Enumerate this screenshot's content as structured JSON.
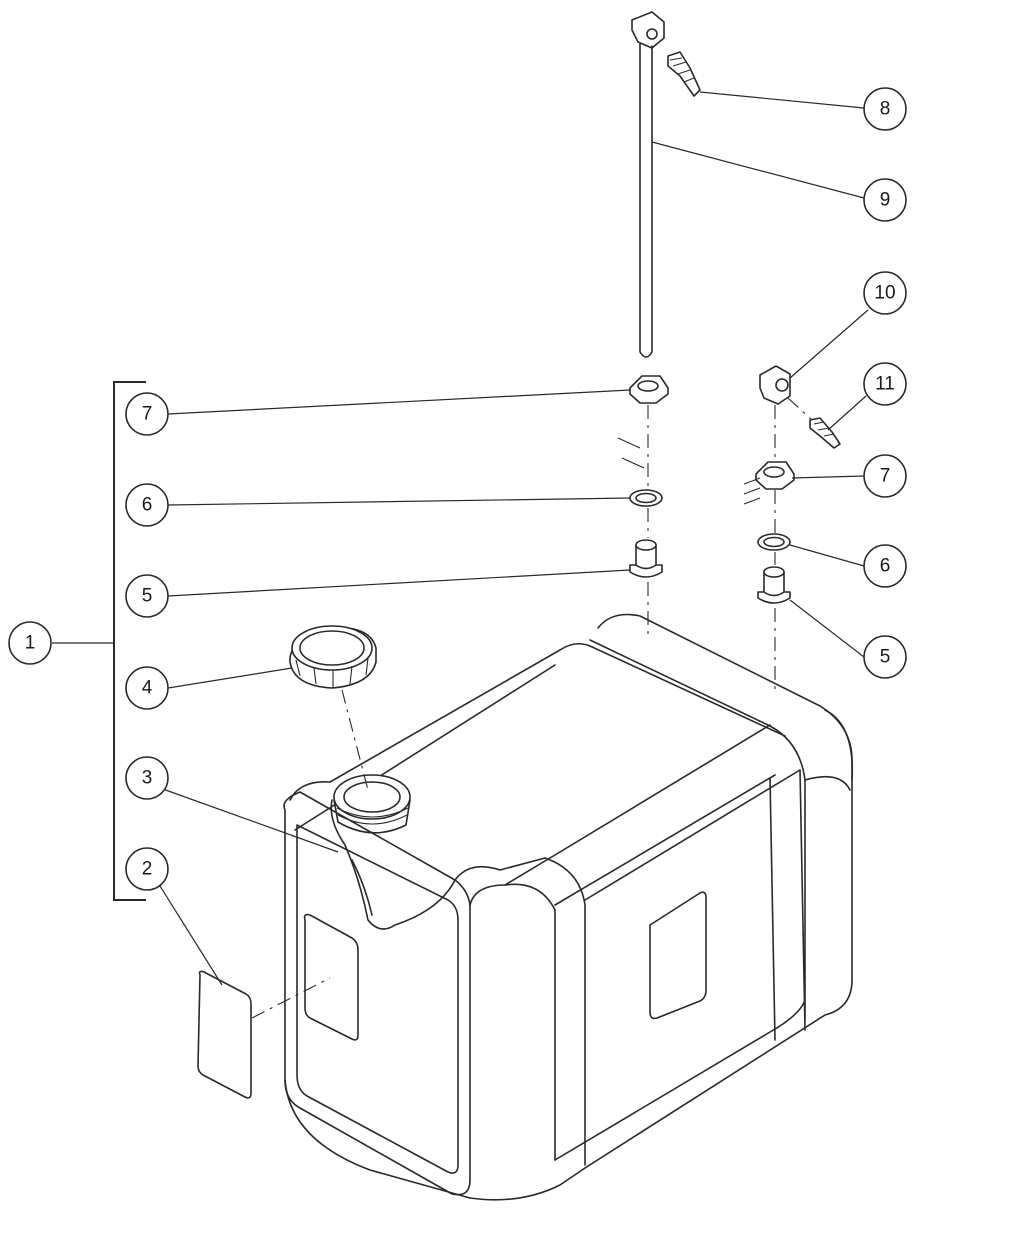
{
  "callouts": {
    "c1": "1",
    "c2": "2",
    "c3": "3",
    "c4": "4",
    "c5_left": "5",
    "c6_left": "6",
    "c7_left": "7",
    "c8": "8",
    "c9": "9",
    "c10": "10",
    "c11": "11",
    "c7_right": "7",
    "c6_right": "6",
    "c5_right": "5"
  },
  "line_color": "#2a2a2a"
}
